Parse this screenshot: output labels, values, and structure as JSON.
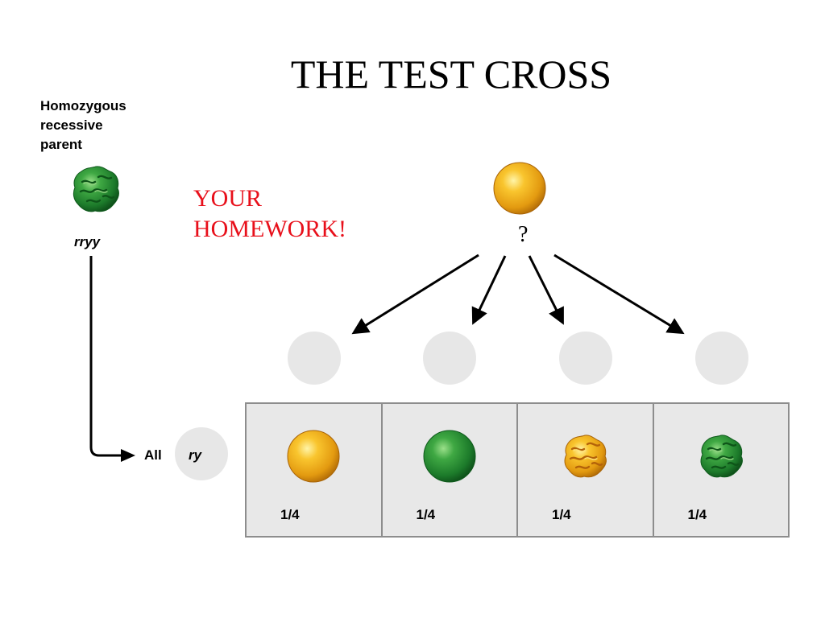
{
  "title": "THE TEST CROSS",
  "parent": {
    "label_lines": [
      "Homozygous",
      "recessive",
      "parent"
    ],
    "genotype": "rryy"
  },
  "homework": {
    "lines": [
      "YOUR",
      "HOMEWORK!"
    ]
  },
  "unknown_parent": {
    "genotype": "?"
  },
  "gametes": {
    "all_label": "All",
    "genotype": "ry"
  },
  "offspring": [
    {
      "phenotype": "yellow-round-pea",
      "ratio": "1/4"
    },
    {
      "phenotype": "green-round-pea",
      "ratio": "1/4"
    },
    {
      "phenotype": "yellow-wrinkled-pea",
      "ratio": "1/4"
    },
    {
      "phenotype": "green-wrinkled-pea",
      "ratio": "1/4"
    }
  ],
  "colors": {
    "title": "#000000",
    "homework": "#e8101b",
    "gamete_circle": "#e7e7e7",
    "cell_fill": "#e8e8e8",
    "cell_border": "#8d8d8d",
    "yellow_pea": "#f2a81d",
    "green_pea": "#2e9a3a"
  }
}
